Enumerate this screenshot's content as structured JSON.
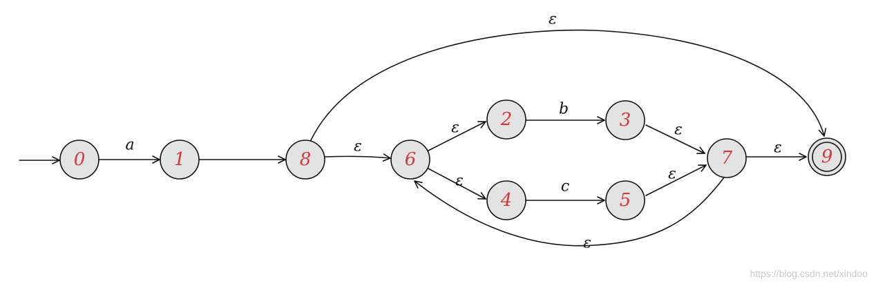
{
  "colors": {
    "node_fill": "#e3e3e3",
    "node_label": "#d23a3a",
    "stroke": "#111111",
    "watermark": "#c8c8c8"
  },
  "diagram": {
    "start_state": "0",
    "accept_state": "9",
    "states": [
      {
        "id": "0",
        "label": "0"
      },
      {
        "id": "1",
        "label": "1"
      },
      {
        "id": "8",
        "label": "8"
      },
      {
        "id": "6",
        "label": "6"
      },
      {
        "id": "2",
        "label": "2"
      },
      {
        "id": "3",
        "label": "3"
      },
      {
        "id": "4",
        "label": "4"
      },
      {
        "id": "5",
        "label": "5"
      },
      {
        "id": "7",
        "label": "7"
      },
      {
        "id": "9",
        "label": "9"
      }
    ],
    "transitions": [
      {
        "id": "t-0-1",
        "from": "0",
        "to": "1",
        "label": "a"
      },
      {
        "id": "t-1-8",
        "from": "1",
        "to": "8",
        "label": ""
      },
      {
        "id": "t-8-6",
        "from": "8",
        "to": "6",
        "label": "ε"
      },
      {
        "id": "t-6-2",
        "from": "6",
        "to": "2",
        "label": "ε"
      },
      {
        "id": "t-2-3",
        "from": "2",
        "to": "3",
        "label": "b"
      },
      {
        "id": "t-3-7",
        "from": "3",
        "to": "7",
        "label": "ε"
      },
      {
        "id": "t-6-4",
        "from": "6",
        "to": "4",
        "label": "ε"
      },
      {
        "id": "t-4-5",
        "from": "4",
        "to": "5",
        "label": "c"
      },
      {
        "id": "t-5-7",
        "from": "5",
        "to": "7",
        "label": "ε"
      },
      {
        "id": "t-7-9",
        "from": "7",
        "to": "9",
        "label": "ε"
      },
      {
        "id": "t-8-9",
        "from": "8",
        "to": "9",
        "label": "ε"
      },
      {
        "id": "t-7-6",
        "from": "7",
        "to": "6",
        "label": "ε"
      }
    ]
  },
  "watermark": "https://blog.csdn.net/xindoo"
}
